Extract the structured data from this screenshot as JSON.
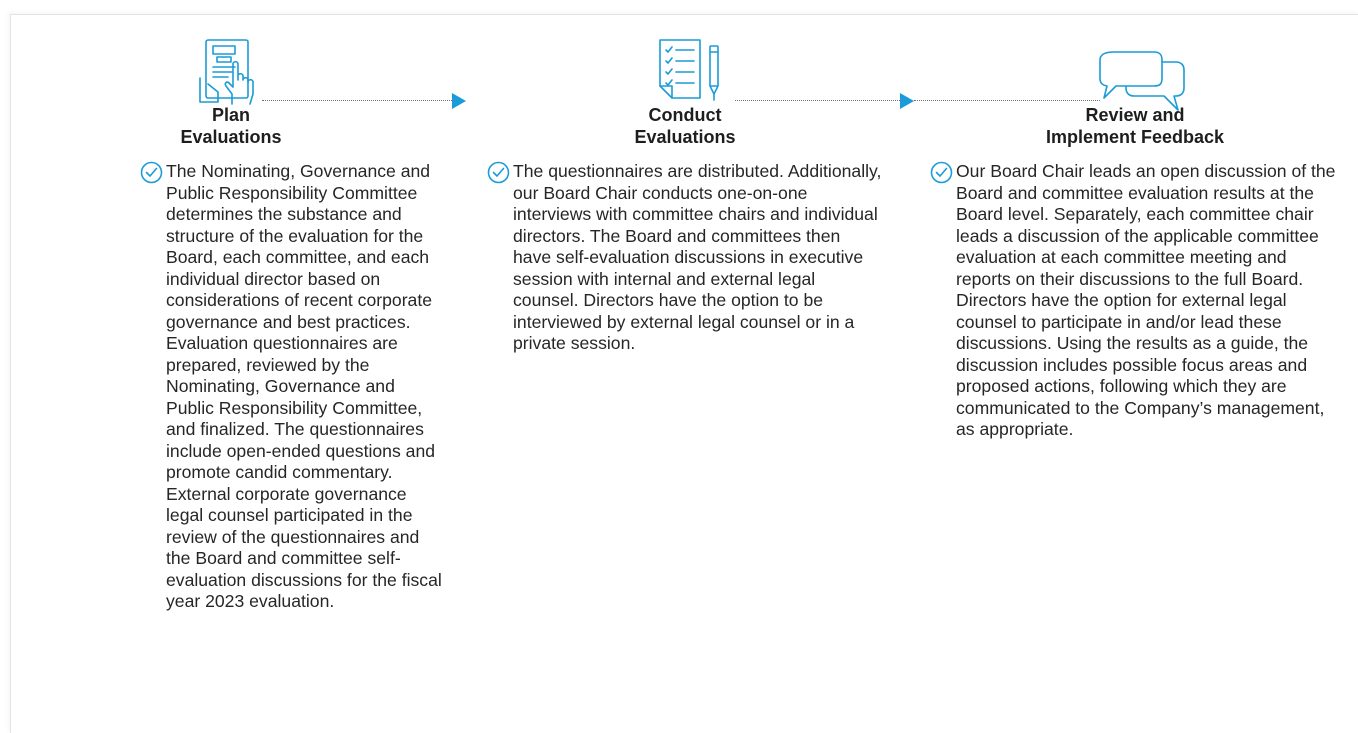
{
  "colors": {
    "accent": "#1b9bd7",
    "text": "#262626",
    "connector": "#707070"
  },
  "steps": [
    {
      "icon": "touch-form-icon",
      "title_line1": "Plan",
      "title_line2": "Evaluations",
      "body": "The Nominating, Governance and Public Responsibility Committee determines the substance and structure of the evaluation for the Board, each committee, and each individual director based on considerations of recent corporate governance and best practices. Evaluation questionnaires are prepared, reviewed by the Nominating, Governance and Public Responsibility Committee, and finalized. The questionnaires include open-ended questions and promote candid commentary. External corporate governance legal counsel participated in the review of the questionnaires and the Board and committee self-evaluation discussions for the fiscal year 2023 evaluation."
    },
    {
      "icon": "checklist-pencil-icon",
      "title_line1": "Conduct",
      "title_line2": "Evaluations",
      "body": "The questionnaires are distributed. Additionally, our Board Chair conducts one-on-one interviews with committee chairs and individual directors. The Board and committees then have self-evaluation discussions in executive session with internal and external legal counsel. Directors have the option to be interviewed by external legal counsel or in a private session."
    },
    {
      "icon": "speech-bubbles-icon",
      "title_line1": "Review and",
      "title_line2": "Implement Feedback",
      "body": "Our Board Chair leads an open discussion of the Board and committee evaluation results at the Board level. Separately, each committee chair leads a discussion of the applicable committee evaluation at each committee meeting and reports on their discussions to the full Board. Directors have the option for external legal counsel to participate in and/or lead these discussions. Using the results as a guide, the discussion includes possible focus areas and proposed actions, following which they are communicated to the Company’s management, as appropriate."
    }
  ]
}
